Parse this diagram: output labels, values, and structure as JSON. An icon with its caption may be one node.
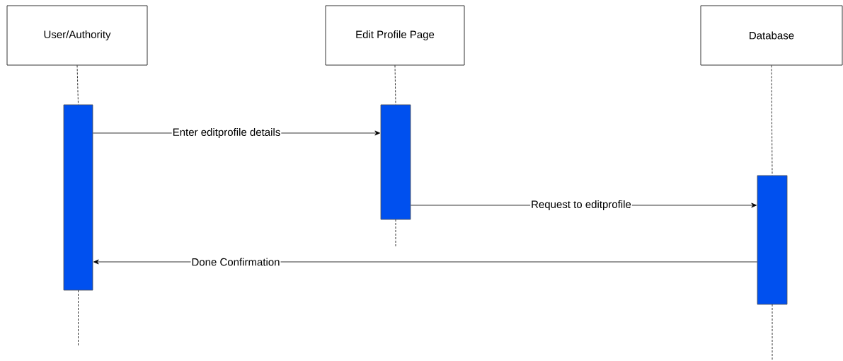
{
  "diagram": {
    "nodes": [
      {
        "text": [
          "User/Authority"
        ]
      },
      {
        "text": [
          "Edit Profile Page"
        ]
      },
      {
        "text": [
          "Database"
        ]
      },
      {
        "text": [],
        "shape": "bar"
      },
      {
        "text": [],
        "shape": "bar"
      },
      {
        "text": [],
        "shape": "bar"
      }
    ],
    "edges": [
      {
        "from": 0,
        "to": 3,
        "arrow": "none",
        "style": "dashed"
      },
      {
        "from": 1,
        "to": 4,
        "arrow": "none",
        "style": "dashed"
      },
      {
        "from": 2,
        "to": 5,
        "arrow": "none",
        "style": "dashed"
      },
      {
        "from": 3,
        "to": 4,
        "arrow": "to",
        "label": "Enter editprofile details"
      },
      {
        "from": 4,
        "to": 5,
        "arrow": "to",
        "label": "Request to editprofile"
      },
      {
        "from": 5,
        "to": 3,
        "arrow": "to",
        "label": "Done Confirmation"
      }
    ]
  }
}
